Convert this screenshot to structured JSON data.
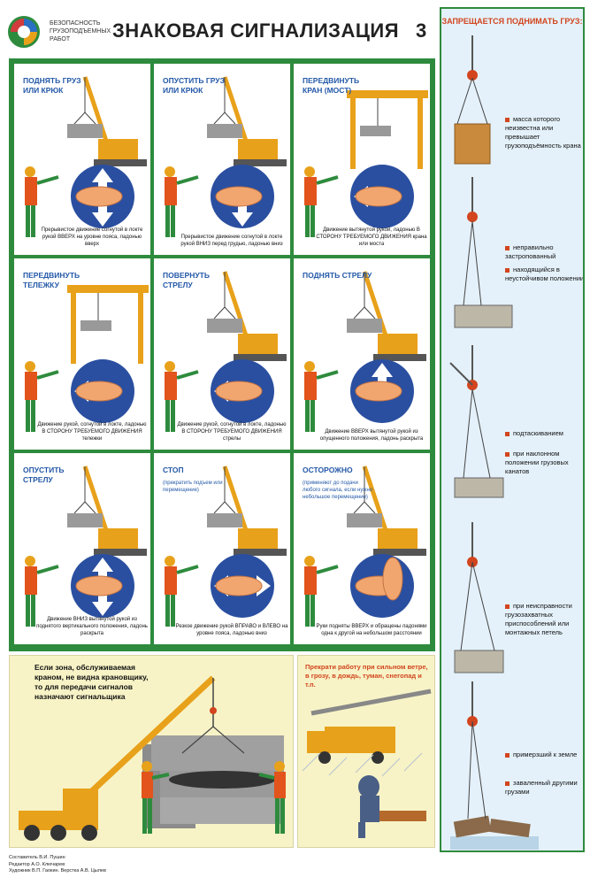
{
  "header": {
    "subtitle": "БЕЗОПАСНОСТЬ ГРУЗОПОДЪЕМНЫХ РАБОТ",
    "title": "ЗНАКОВАЯ СИГНАЛИЗАЦИЯ",
    "number": "3"
  },
  "signals": [
    {
      "title": "ПОДНЯТЬ ГРУЗ ИЛИ КРЮК",
      "caption": "Прерывистое движение согнутой в локте рукой ВВЕРХ на уровне пояса, ладонью вверх",
      "arrow": "up-down"
    },
    {
      "title": "ОПУСТИТЬ ГРУЗ ИЛИ КРЮК",
      "caption": "Прерывистое движение согнутой в локте рукой ВНИЗ перед грудью, ладонью вниз",
      "arrow": "down"
    },
    {
      "title": "ПЕРЕДВИНУТЬ КРАН (МОСТ)",
      "caption": "Движение вытянутой рукой, ладонью В СТОРОНУ ТРЕБУЕМОГО ДВИЖЕНИЯ крана или моста",
      "arrow": "left"
    },
    {
      "title": "ПЕРЕДВИНУТЬ ТЕЛЕЖКУ",
      "caption": "Движение рукой, согнутой в локте, ладонью В СТОРОНУ ТРЕБУЕМОГО ДВИЖЕНИЯ тележки",
      "arrow": "left"
    },
    {
      "title": "ПОВЕРНУТЬ СТРЕЛУ",
      "caption": "Движение рукой, согнутой в локте, ладонью В СТОРОНУ ТРЕБУЕМОГО ДВИЖЕНИЯ стрелы",
      "arrow": "left"
    },
    {
      "title": "ПОДНЯТЬ СТРЕЛУ",
      "caption": "Движение ВВЕРХ вытянутой рукой из опущенного положения, ладонь раскрыта",
      "arrow": "up"
    },
    {
      "title": "ОПУСТИТЬ СТРЕЛУ",
      "caption": "Движение ВНИЗ вытянутой рукой из поднятого вертикального положения, ладонь раскрыта",
      "arrow": "up-down"
    },
    {
      "title": "СТОП",
      "note": "(прекратить подъем или перемещение)",
      "caption": "Резкое движение рукой ВПРАВО и ВЛЕВО на уровне пояса, ладонью вниз",
      "arrow": "left-right"
    },
    {
      "title": "ОСТОРОЖНО",
      "note": "(применяют до подачи любого сигнала, если нужно небольшое перемещение)",
      "caption": "Руки подняты ВВЕРХ и обращены ладонями одна к другой на небольшом расстоянии",
      "arrow": "none"
    }
  ],
  "bottom_left": {
    "text": "Если зона, обслуживаемая краном, не видна крановщику, то для передачи сигналов назначают сигнальщика"
  },
  "bottom_right": {
    "text": "Прекрати работу при сильном ветре, в грозу, в дождь, туман, снегопад и т.п."
  },
  "side": {
    "title": "ЗАПРЕЩАЕТСЯ ПОДНИМАТЬ ГРУЗ:",
    "items": [
      "масса которого неизвестна или превышает грузоподъёмность крана",
      "неправильно застропованный",
      "находящийся в неустойчивом положении",
      "подтаскиванием",
      "при наклонном положении грузовых канатов",
      "при неисправности грузозахватных приспособлений или монтажных петель",
      "примерзший к земле",
      "заваленный другими грузами"
    ]
  },
  "credits": {
    "line1": "Составитель В.И. Пушин",
    "line2": "Редактор А.О. Ключарев",
    "line3": "Художник В.П. Гаокин. Верстка А.В. Цылев"
  },
  "colors": {
    "frame": "#2e8b3d",
    "heading": "#2358a8",
    "warning": "#d2451e",
    "disc": "#2a4fa0",
    "crane": "#e8a11a",
    "worker_vest": "#e2541c"
  }
}
